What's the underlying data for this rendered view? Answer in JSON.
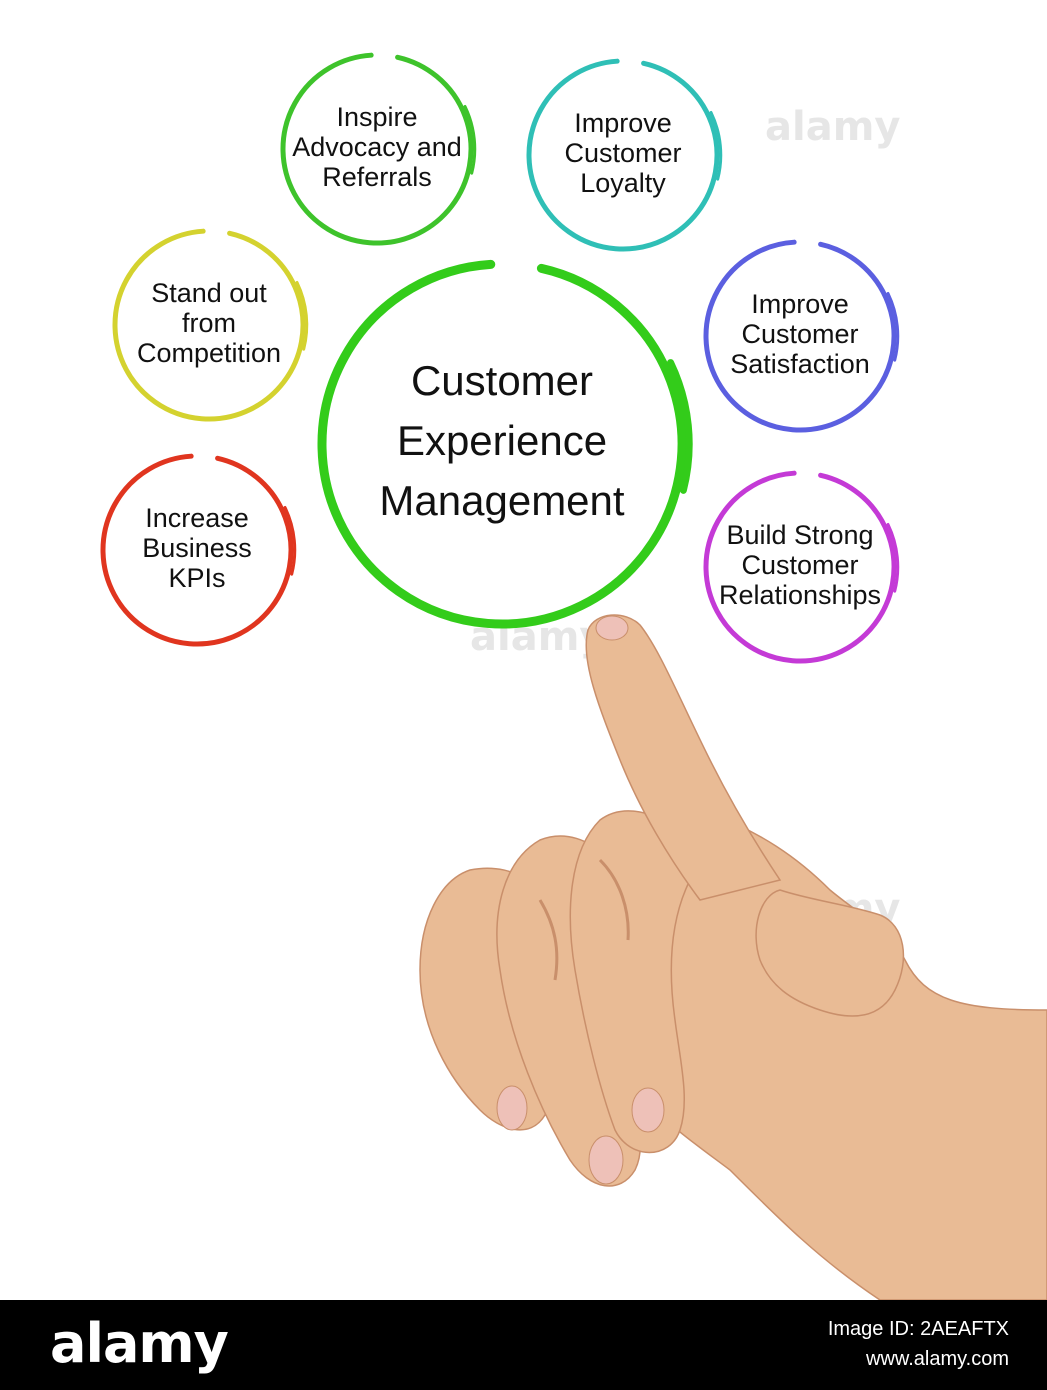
{
  "diagram": {
    "center": {
      "lines": [
        "Customer",
        "Experience",
        "Management"
      ],
      "color": "#33cc1a"
    },
    "nodes": [
      {
        "id": "inspire-advocacy",
        "lines": [
          "Inspire",
          "Advocacy and",
          "Referrals"
        ],
        "color": "#3ec32b"
      },
      {
        "id": "improve-loyalty",
        "lines": [
          "Improve",
          "Customer",
          "Loyalty"
        ],
        "color": "#2fbfb6"
      },
      {
        "id": "stand-out",
        "lines": [
          "Stand out",
          "from",
          "Competition"
        ],
        "color": "#d4d22f"
      },
      {
        "id": "improve-satisfaction",
        "lines": [
          "Improve",
          "Customer",
          "Satisfaction"
        ],
        "color": "#5b5fe0"
      },
      {
        "id": "increase-kpis",
        "lines": [
          "Increase",
          "Business",
          "KPIs"
        ],
        "color": "#e0351f"
      },
      {
        "id": "build-relationships",
        "lines": [
          "Build Strong",
          "Customer",
          "Relationships"
        ],
        "color": "#c43ad6"
      }
    ]
  },
  "watermark": "alamy",
  "footer": {
    "logo": "alamy",
    "image_id": "Image ID: 2AEAFTX",
    "url": "www.alamy.com"
  },
  "colors": {
    "skin": "#e9bb95",
    "skin_shadow": "#c98f6b",
    "nail": "#eec1b8"
  }
}
